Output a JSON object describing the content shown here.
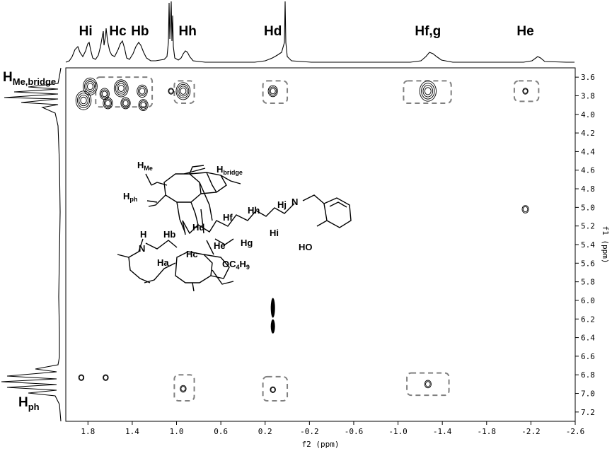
{
  "chart_data": {
    "type": "2D NMR contour plot (ROESY)",
    "xlabel": "f2 (ppm)",
    "ylabel": "f1 (ppm)",
    "xlim": [
      2.0,
      -2.6
    ],
    "ylim": [
      3.5,
      7.3
    ],
    "x_ticks": [
      "1.8",
      "1.4",
      "1.0",
      "0.6",
      "0.2",
      "-0.2",
      "-0.6",
      "-1.0",
      "-1.4",
      "-1.8",
      "-2.2",
      "-2.6"
    ],
    "x_tick_values": [
      1.8,
      1.4,
      1.0,
      0.6,
      0.2,
      -0.2,
      -0.6,
      -1.0,
      -1.4,
      -1.8,
      -2.2,
      -2.6
    ],
    "y_ticks": [
      "3.6",
      "3.8",
      "4.0",
      "4.2",
      "4.4",
      "4.6",
      "4.8",
      "5.0",
      "5.2",
      "5.4",
      "5.6",
      "5.8",
      "6.0",
      "6.2",
      "6.4",
      "6.6",
      "6.8",
      "7.0",
      "7.2"
    ],
    "y_tick_values": [
      3.6,
      3.8,
      4.0,
      4.2,
      4.4,
      4.6,
      4.8,
      5.0,
      5.2,
      5.4,
      5.6,
      5.8,
      6.0,
      6.2,
      6.4,
      6.6,
      6.8,
      7.0,
      7.2
    ],
    "top_projection_labels": [
      {
        "text": "Hi",
        "ppm": 1.82
      },
      {
        "text": "Hc",
        "ppm": 1.53
      },
      {
        "text": "Hb",
        "ppm": 1.33
      },
      {
        "text": "Hh",
        "ppm": 0.9
      },
      {
        "text": "Hd",
        "ppm": 0.13
      },
      {
        "text": "Hf,g",
        "ppm": -1.27
      },
      {
        "text": "He",
        "ppm": -2.15
      }
    ],
    "left_projection_labels": [
      {
        "text": "H",
        "sub": "Me,bridge",
        "ppm": 3.72
      },
      {
        "text": "H",
        "sub": "ph",
        "ppm": 7.15
      }
    ],
    "cross_peaks": [
      {
        "x": 1.84,
        "y": 3.85,
        "size": 1.0
      },
      {
        "x": 1.78,
        "y": 3.7,
        "size": 0.9
      },
      {
        "x": 1.65,
        "y": 3.78,
        "size": 0.7
      },
      {
        "x": 1.62,
        "y": 3.88,
        "size": 0.7
      },
      {
        "x": 1.5,
        "y": 3.72,
        "size": 0.9
      },
      {
        "x": 1.46,
        "y": 3.88,
        "size": 0.7
      },
      {
        "x": 1.31,
        "y": 3.75,
        "size": 0.8
      },
      {
        "x": 1.3,
        "y": 3.9,
        "size": 0.7
      },
      {
        "x": 1.05,
        "y": 3.75,
        "size": 0.4
      },
      {
        "x": 0.94,
        "y": 3.75,
        "size": 0.9
      },
      {
        "x": 0.13,
        "y": 3.75,
        "size": 0.7
      },
      {
        "x": -1.27,
        "y": 3.75,
        "size": 1.1
      },
      {
        "x": -2.15,
        "y": 3.75,
        "size": 0.4
      },
      {
        "x": -2.15,
        "y": 5.02,
        "size": 0.6
      },
      {
        "x": 1.86,
        "y": 6.83,
        "size": 0.4
      },
      {
        "x": 1.64,
        "y": 6.83,
        "size": 0.4
      },
      {
        "x": 0.94,
        "y": 6.95,
        "size": 0.5
      },
      {
        "x": 0.13,
        "y": 6.96,
        "size": 0.4
      },
      {
        "x": -1.27,
        "y": 6.9,
        "size": 0.6
      }
    ],
    "boxes": [
      {
        "x": [
          1.73,
          1.22
        ],
        "y": [
          3.6,
          3.92
        ]
      },
      {
        "x": [
          1.02,
          0.84
        ],
        "y": [
          3.64,
          3.88
        ]
      },
      {
        "x": [
          0.22,
          0.0
        ],
        "y": [
          3.64,
          3.88
        ]
      },
      {
        "x": [
          -1.05,
          -1.48
        ],
        "y": [
          3.64,
          3.88
        ]
      },
      {
        "x": [
          -2.05,
          -2.27
        ],
        "y": [
          3.64,
          3.86
        ]
      },
      {
        "x": [
          1.02,
          0.84
        ],
        "y": [
          6.8,
          7.08
        ]
      },
      {
        "x": [
          0.22,
          0.0
        ],
        "y": [
          6.82,
          7.08
        ]
      },
      {
        "x": [
          -1.08,
          -1.46
        ],
        "y": [
          6.78,
          7.02
        ]
      }
    ]
  },
  "structure_labels": {
    "hme_main": "H",
    "hme_sub": "Me",
    "hbridge_main": "H",
    "hbridge_sub": "bridge",
    "hph_main": "H",
    "hph_sub": "ph",
    "ha": "Ha",
    "hb": "Hb",
    "hc": "Hc",
    "hd": "Hd",
    "he": "He",
    "hf": "Hf",
    "hg": "Hg",
    "hh": "Hh",
    "hi": "Hi",
    "hj": "Hj",
    "n_imine": "N",
    "nh": "N",
    "h_of_nh": "H",
    "oh": "HO",
    "butyl_main": "OC",
    "butyl_sub1": "4",
    "butyl_h": "H",
    "butyl_sub2": "9"
  }
}
